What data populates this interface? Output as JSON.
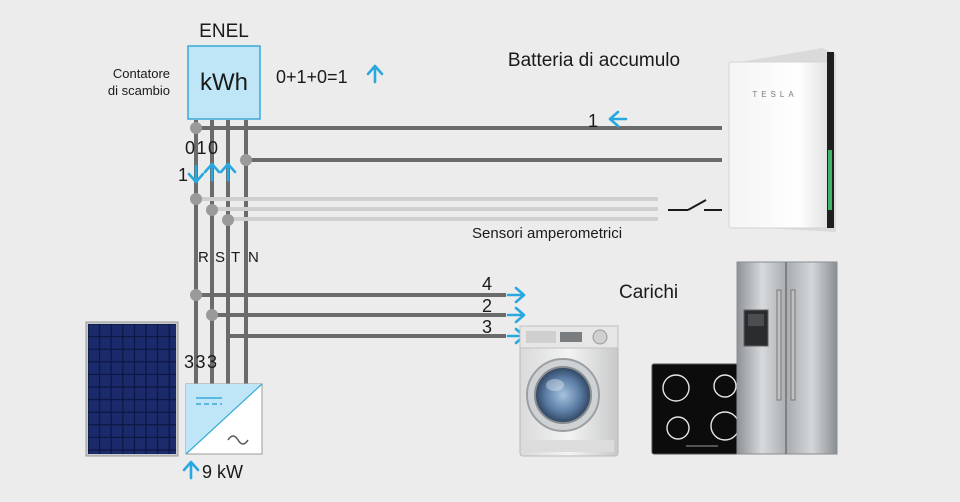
{
  "meter": {
    "provider": "ENEL",
    "unit_label": "kWh",
    "side_label_line1": "Contatore",
    "side_label_line2": "di scambio",
    "equation": "0+1+0=1"
  },
  "phase_readings": {
    "top": "010",
    "bottom_left": "1"
  },
  "phase_labels": [
    "R",
    "S",
    "T",
    "N"
  ],
  "battery": {
    "title": "Batteria di accumulo",
    "brand": "TESLA",
    "flow_value": "1"
  },
  "sensors": {
    "label": "Sensori amperometrici"
  },
  "loads": {
    "title": "Carichi",
    "values": [
      "4",
      "2",
      "3"
    ]
  },
  "inverter": {
    "phase_values": "333",
    "power": "9 kW"
  },
  "colors": {
    "arrow": "#29a8e0",
    "wire_dark": "#6b6b6b",
    "wire_light": "#cfcfcf",
    "meter_fill": "#bfe6f7",
    "meter_stroke": "#3aa8d8"
  }
}
